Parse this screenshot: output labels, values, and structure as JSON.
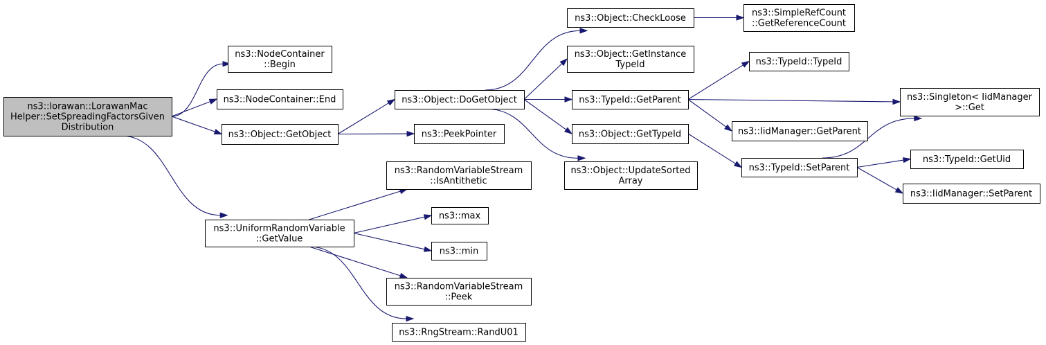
{
  "nodes": [
    {
      "id": "root",
      "lines": [
        "ns3::lorawan::LorawanMac",
        "Helper::SetSpreadingFactorsGiven",
        "Distribution"
      ],
      "root": true
    },
    {
      "id": "nc_begin",
      "lines": [
        "ns3::NodeContainer",
        "::Begin"
      ]
    },
    {
      "id": "nc_end",
      "lines": [
        "ns3::NodeContainer::End"
      ]
    },
    {
      "id": "getobject",
      "lines": [
        "ns3::Object::GetObject"
      ]
    },
    {
      "id": "urv_getvalue",
      "lines": [
        "ns3::UniformRandomVariable",
        "::GetValue"
      ]
    },
    {
      "id": "dogetobject",
      "lines": [
        "ns3::Object::DoGetObject"
      ]
    },
    {
      "id": "peekpointer",
      "lines": [
        "ns3::PeekPointer"
      ]
    },
    {
      "id": "isantithetic",
      "lines": [
        "ns3::RandomVariableStream",
        "::IsAntithetic"
      ]
    },
    {
      "id": "max",
      "lines": [
        "ns3::max"
      ]
    },
    {
      "id": "min",
      "lines": [
        "ns3::min"
      ]
    },
    {
      "id": "peek",
      "lines": [
        "ns3::RandomVariableStream",
        "::Peek"
      ]
    },
    {
      "id": "randu01",
      "lines": [
        "ns3::RngStream::RandU01"
      ]
    },
    {
      "id": "checkloose",
      "lines": [
        "ns3::Object::CheckLoose"
      ]
    },
    {
      "id": "getinstancetypeid",
      "lines": [
        "ns3::Object::GetInstance",
        "TypeId"
      ]
    },
    {
      "id": "typeid_getparent",
      "lines": [
        "ns3::TypeId::GetParent"
      ]
    },
    {
      "id": "gettypeid",
      "lines": [
        "ns3::Object::GetTypeId"
      ]
    },
    {
      "id": "updatesorted",
      "lines": [
        "ns3::Object::UpdateSorted",
        "Array"
      ]
    },
    {
      "id": "getrefcount",
      "lines": [
        "ns3::SimpleRefCount",
        "::GetReferenceCount"
      ]
    },
    {
      "id": "typeid_typeid",
      "lines": [
        "ns3::TypeId::TypeId"
      ]
    },
    {
      "id": "iid_getparent",
      "lines": [
        "ns3::IidManager::GetParent"
      ]
    },
    {
      "id": "typeid_setparent",
      "lines": [
        "ns3::TypeId::SetParent"
      ]
    },
    {
      "id": "singleton_get",
      "lines": [
        "ns3::Singleton< IidManager",
        ">::Get"
      ]
    },
    {
      "id": "typeid_getuid",
      "lines": [
        "ns3::TypeId::GetUid"
      ]
    },
    {
      "id": "iid_setparent",
      "lines": [
        "ns3::IidManager::SetParent"
      ]
    }
  ],
  "edges": [
    [
      "root",
      "nc_begin"
    ],
    [
      "root",
      "nc_end"
    ],
    [
      "root",
      "getobject"
    ],
    [
      "root",
      "urv_getvalue"
    ],
    [
      "getobject",
      "dogetobject"
    ],
    [
      "getobject",
      "peekpointer"
    ],
    [
      "urv_getvalue",
      "isantithetic"
    ],
    [
      "urv_getvalue",
      "max"
    ],
    [
      "urv_getvalue",
      "min"
    ],
    [
      "urv_getvalue",
      "peek"
    ],
    [
      "urv_getvalue",
      "randu01"
    ],
    [
      "dogetobject",
      "checkloose"
    ],
    [
      "dogetobject",
      "getinstancetypeid"
    ],
    [
      "dogetobject",
      "typeid_getparent"
    ],
    [
      "dogetobject",
      "gettypeid"
    ],
    [
      "dogetobject",
      "updatesorted"
    ],
    [
      "checkloose",
      "getrefcount"
    ],
    [
      "typeid_getparent",
      "typeid_typeid"
    ],
    [
      "typeid_getparent",
      "singleton_get"
    ],
    [
      "typeid_getparent",
      "iid_getparent"
    ],
    [
      "gettypeid",
      "typeid_setparent"
    ],
    [
      "typeid_setparent",
      "singleton_get"
    ],
    [
      "typeid_setparent",
      "typeid_getuid"
    ],
    [
      "typeid_setparent",
      "iid_setparent"
    ]
  ]
}
